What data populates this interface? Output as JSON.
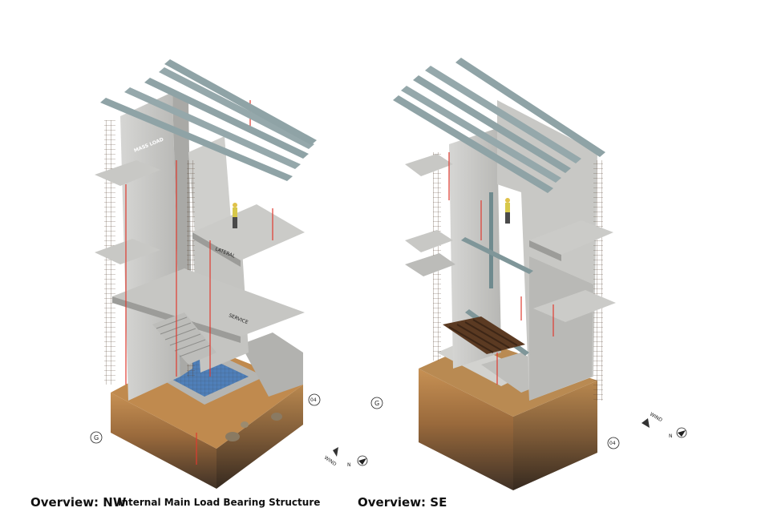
{
  "captions": {
    "nw_title": "Overview: NW",
    "nw_subtitle": "Internal Main Load Bearing Structure",
    "se_title": "Overview: SE"
  },
  "nw_model": {
    "grid_marker_1": "G",
    "grid_marker_2": "04",
    "north_label": "N",
    "wind_label": "WIND",
    "wall_labels": [
      "MASS LOAD",
      "LATERAL",
      "SERVICE"
    ]
  },
  "se_model": {
    "grid_marker_1": "G",
    "grid_marker_2": "04",
    "north_label": "N",
    "wind_label": "WIND"
  },
  "colors": {
    "concrete": "#c9c9c7",
    "concrete_dark": "#a8a8a5",
    "steel_beam": "#8fa3a6",
    "soil_top": "#c08a4e",
    "soil_bottom": "#4a3a2c",
    "rebar": "#5a4030",
    "red_marker": "#e03a2f",
    "water": "#4f7fb8",
    "timber": "#5b3a22"
  }
}
